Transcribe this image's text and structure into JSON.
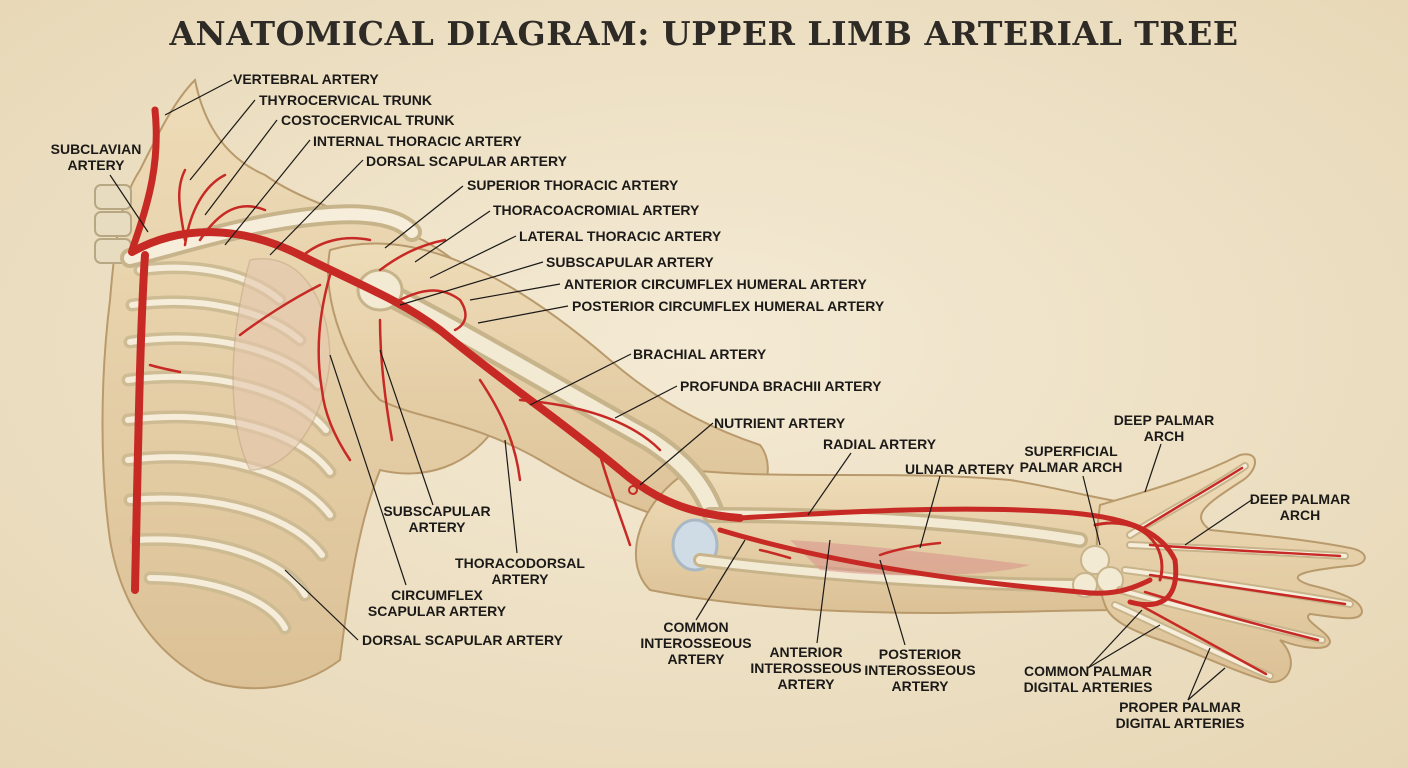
{
  "title": "ANATOMICAL DIAGRAM: UPPER LIMB ARTERIAL TREE",
  "labels": {
    "vertebral": "VERTEBRAL ARTERY",
    "thyrocervical": "THYROCERVICAL TRUNK",
    "costocervical": "COSTOCERVICAL TRUNK",
    "internal_thoracic": "INTERNAL THORACIC ARTERY",
    "dorsal_scapular_top": "DORSAL SCAPULAR ARTERY",
    "subclavian_1": "SUBCLAVIAN",
    "subclavian_2": "ARTERY",
    "superior_thoracic": "SUPERIOR THORACIC ARTERY",
    "thoracoacromial": "THORACOACROMIAL ARTERY",
    "lateral_thoracic": "LATERAL THORACIC ARTERY",
    "subscapular_top": "SUBSCAPULAR ARTERY",
    "ant_circumflex": "ANTERIOR CIRCUMFLEX HUMERAL ARTERY",
    "post_circumflex": "POSTERIOR CIRCUMFLEX HUMERAL ARTERY",
    "brachial": "BRACHIAL ARTERY",
    "profunda": "PROFUNDA BRACHII ARTERY",
    "nutrient": "NUTRIENT ARTERY",
    "radial": "RADIAL ARTERY",
    "ulnar": "ULNAR ARTERY",
    "deep_palmar_a_1": "DEEP PALMAR",
    "deep_palmar_a_2": "ARCH",
    "superficial_palmar_1": "SUPERFICIAL",
    "superficial_palmar_2": "PALMAR ARCH",
    "deep_palmar_b_1": "DEEP PALMAR",
    "deep_palmar_b_2": "ARCH",
    "subscapular_low_1": "SUBSCAPULAR",
    "subscapular_low_2": "ARTERY",
    "thoracodorsal_1": "THORACODORSAL",
    "thoracodorsal_2": "ARTERY",
    "circumflex_scap_1": "CIRCUMFLEX",
    "circumflex_scap_2": "SCAPULAR ARTERY",
    "dorsal_scapular_low": "DORSAL SCAPULAR ARTERY",
    "common_interosseous_1": "COMMON",
    "common_interosseous_2": "INTEROSSEOUS",
    "common_interosseous_3": "ARTERY",
    "anterior_interosseous_1": "ANTERIOR",
    "anterior_interosseous_2": "INTEROSSEOUS",
    "anterior_interosseous_3": "ARTERY",
    "posterior_interosseous_1": "POSTERIOR",
    "posterior_interosseous_2": "INTEROSSEOUS",
    "posterior_interosseous_3": "ARTERY",
    "common_palmar_digital_1": "COMMON PALMAR",
    "common_palmar_digital_2": "DIGITAL ARTERIES",
    "proper_palmar_digital_1": "PROPER PALMAR",
    "proper_palmar_digital_2": "DIGITAL ARTERIES"
  },
  "colors": {
    "background": "#efe4cc",
    "skin": "#ead7b3",
    "bone": "#f3ead4",
    "artery": "#c72a25",
    "ink": "#1c1a18"
  }
}
